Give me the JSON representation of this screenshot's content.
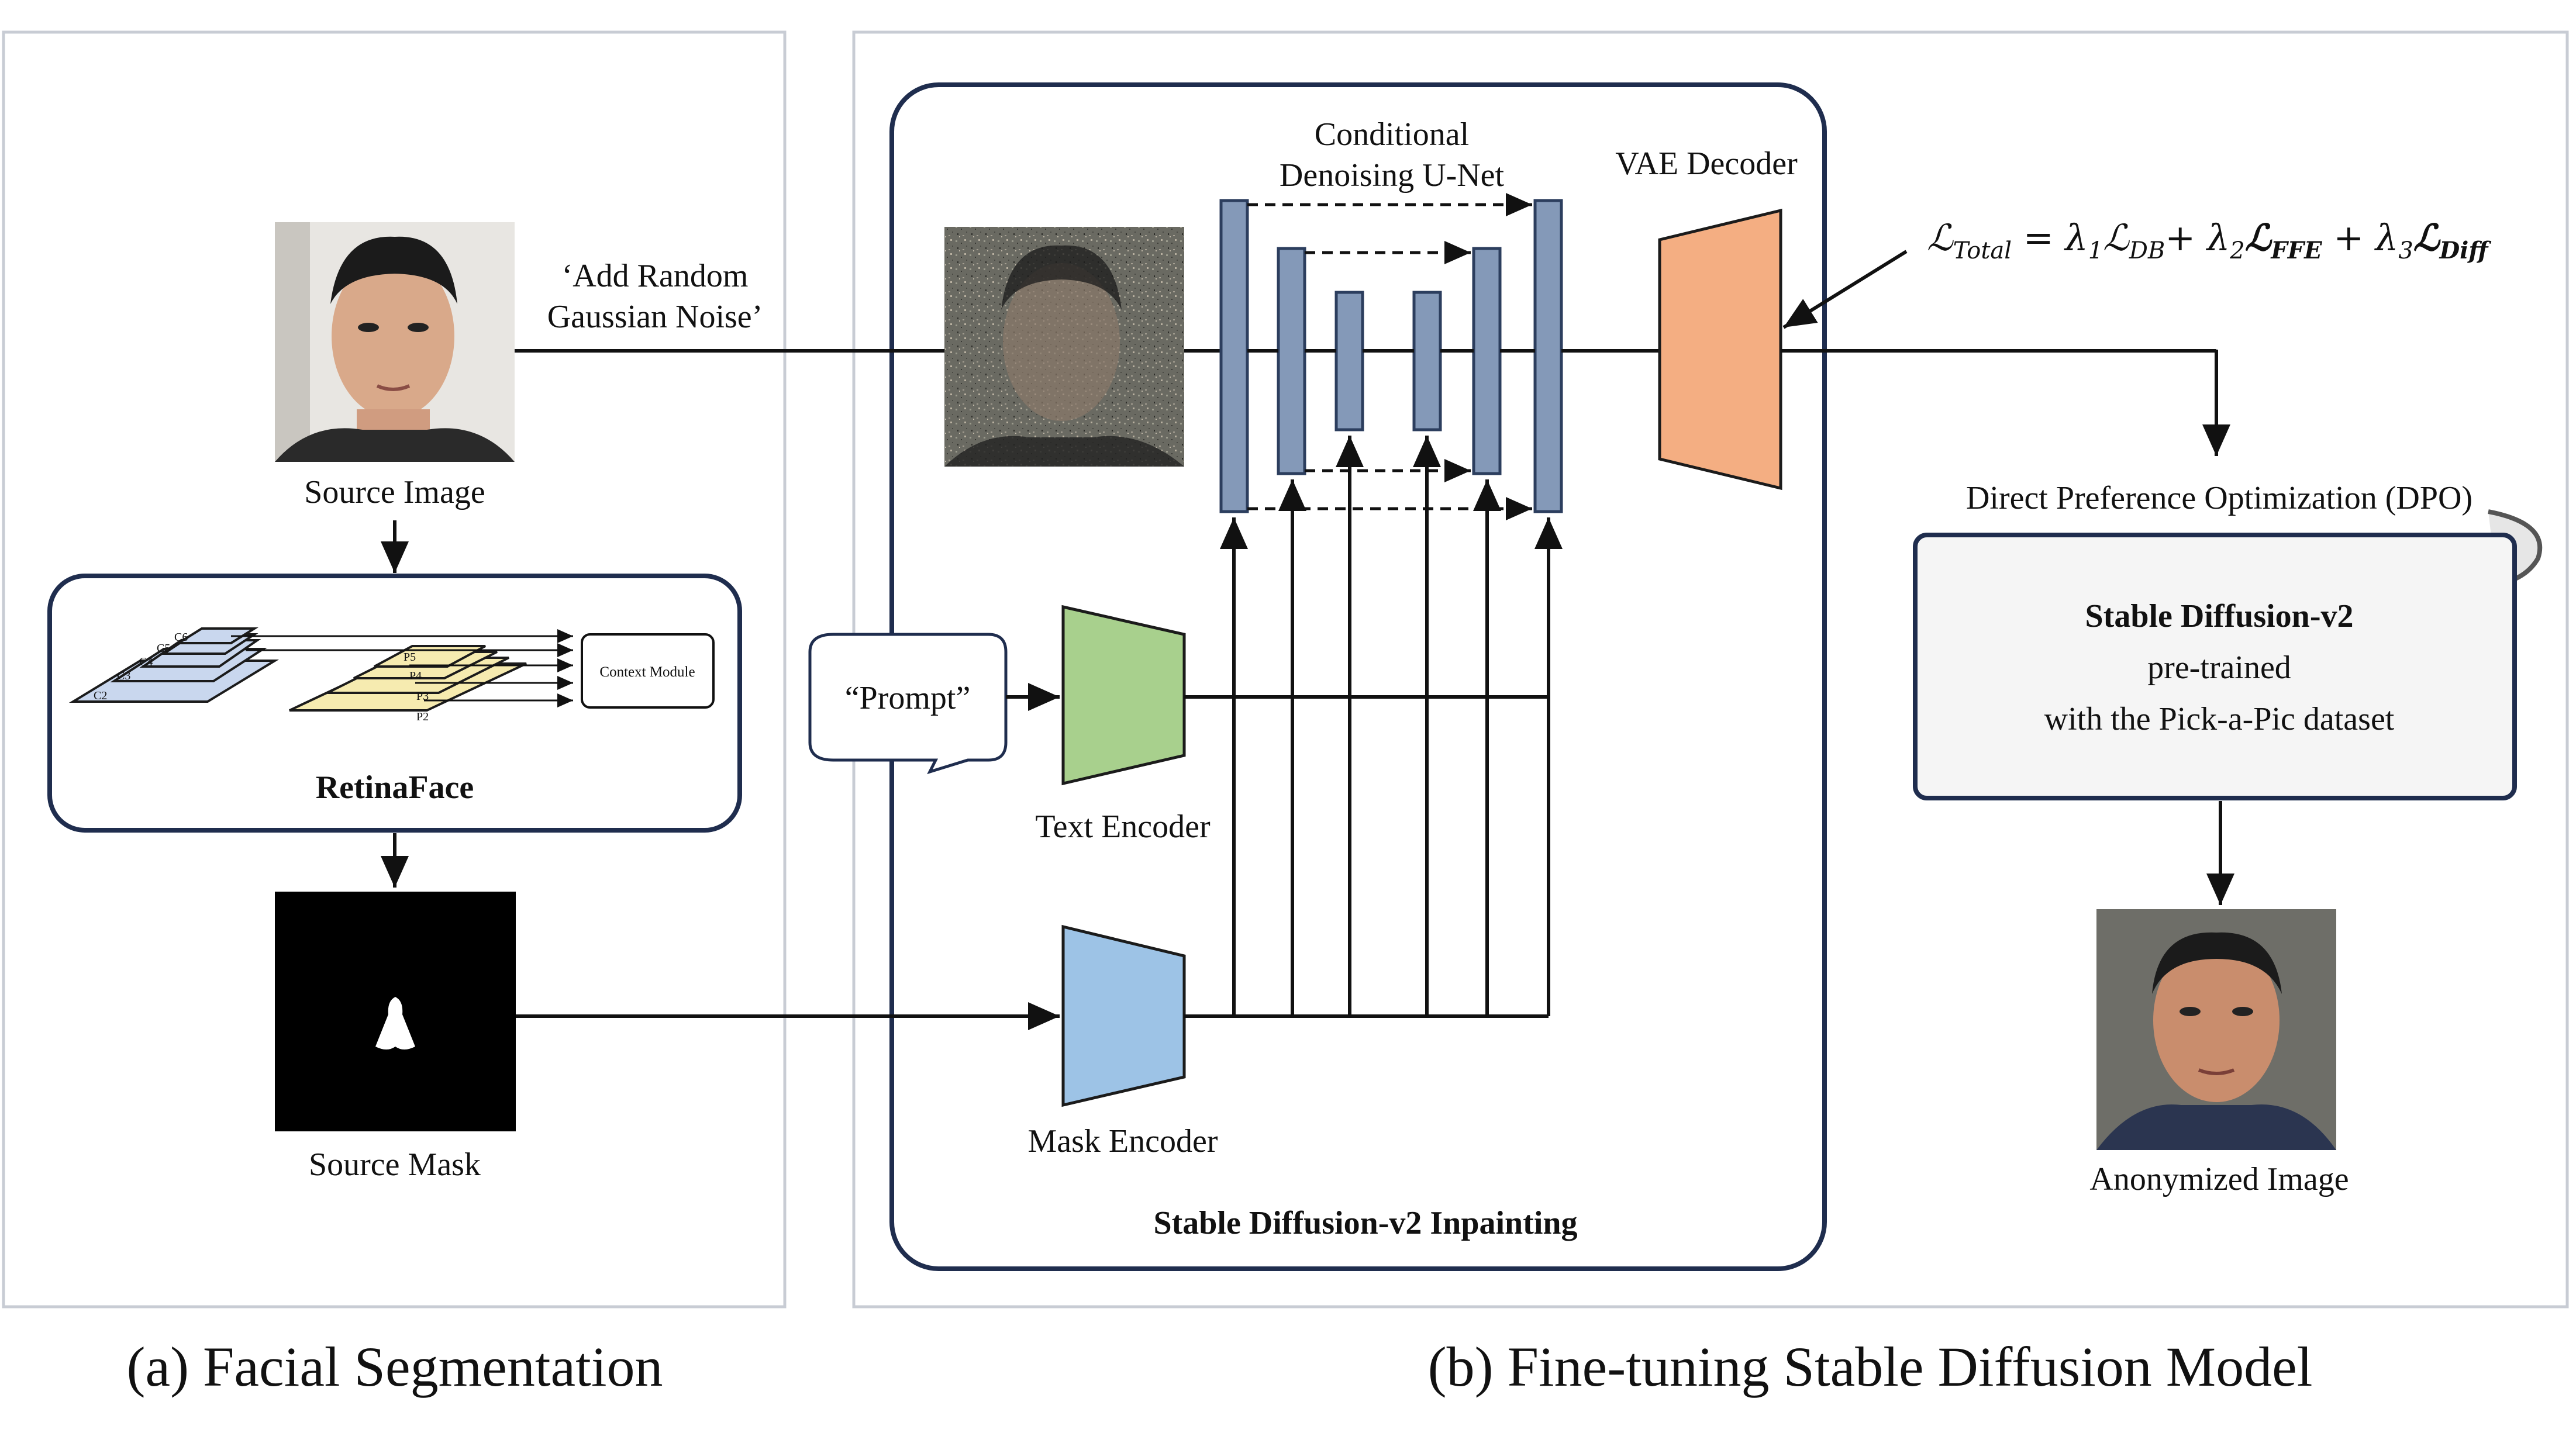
{
  "panel_a": {
    "caption": "(a) Facial Segmentation",
    "source_image_label": "Source Image",
    "retinaface": {
      "title": "RetinaFace",
      "context_module_label": "Context Module",
      "backbone_levels": [
        "C2",
        "C3",
        "C4",
        "C5",
        "C6"
      ],
      "pyramid_levels": [
        "P2",
        "P3",
        "P4",
        "P5"
      ]
    },
    "source_mask_label": "Source Mask"
  },
  "panel_b": {
    "caption": "(b) Fine-tuning Stable Diffusion Model",
    "noise_label_line1": "‘Add Random",
    "noise_label_line2": "Gaussian Noise’",
    "unet_label_line1": "Conditional",
    "unet_label_line2": "Denoising U-Net",
    "vae_label": "VAE Decoder",
    "prompt_label": "“Prompt”",
    "text_encoder_label": "Text Encoder",
    "mask_encoder_label": "Mask Encoder",
    "inpainting_title": "Stable Diffusion-v2 Inpainting",
    "loss": {
      "lhs": "ℒ",
      "lhs_sub": "Total",
      "lambda1": "λ",
      "lambda1_sub": "1",
      "term1": "ℒ",
      "term1_sub": "DB",
      "lambda2": "λ",
      "lambda2_sub": "2",
      "term2": "ℒ",
      "term2_sub": "FFE",
      "lambda3": "λ",
      "lambda3_sub": "3",
      "term3": "ℒ",
      "term3_sub": "Diff"
    },
    "dpo_label": "Direct Preference Optimization (DPO)",
    "sd_box": {
      "line1": "Stable Diffusion-v2",
      "line2": "pre-trained",
      "line3": "with the Pick-a-Pic dataset"
    },
    "output_label": "Anonymized Image"
  },
  "colors": {
    "unet_block": "#8499b8",
    "vae_decoder": "#f4ae82",
    "text_encoder": "#a8d08d",
    "mask_encoder": "#9dc3e6",
    "box_border": "#1f2d4e",
    "panel_border": "#c8ccd4",
    "backbone_fill": "#c9d7ee",
    "pyramid_fill": "#f6ebb0"
  }
}
